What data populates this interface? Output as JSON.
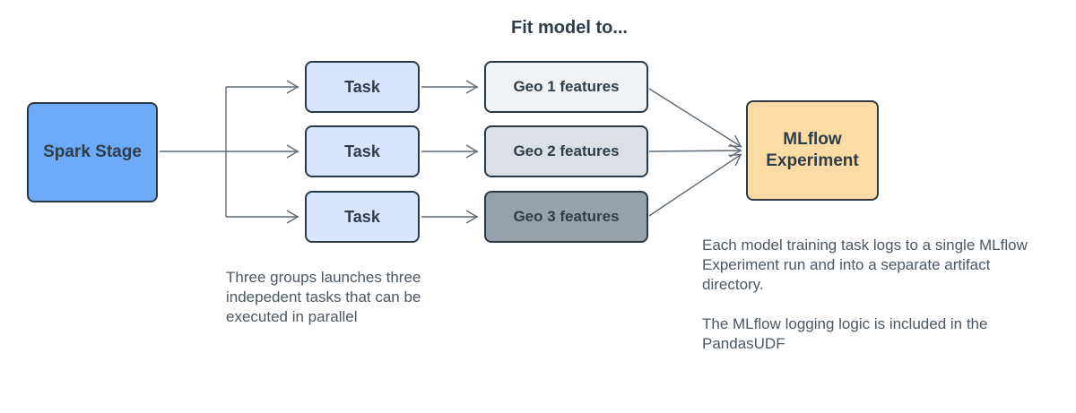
{
  "diagram": {
    "title": "Fit model to...",
    "colors": {
      "node_border": "#2b3944",
      "node_text": "#2f3d49",
      "connector": "#5e6a75",
      "annotation_text": "#4b5763",
      "spark_fill": "#6dabf9",
      "task_fill": "#d8e6fd",
      "geo1_fill": "#f1f2f4",
      "geo2_fill": "#dce0e4",
      "geo3_fill": "#97a1ac",
      "mlflow_fill": "#fcdba5"
    },
    "nodes": {
      "spark_stage": {
        "label": "Spark Stage"
      },
      "task_1": {
        "label": "Task"
      },
      "task_2": {
        "label": "Task"
      },
      "task_3": {
        "label": "Task"
      },
      "geo_1": {
        "label": "Geo 1 features"
      },
      "geo_2": {
        "label": "Geo 2 features"
      },
      "geo_3": {
        "label": "Geo 3 features"
      },
      "mlflow": {
        "label": "MLflow\nExperiment"
      }
    },
    "annotations": {
      "left": {
        "lines": [
          "Three groups launches three",
          "indepedent tasks that can be",
          "executed in parallel"
        ]
      },
      "right": {
        "lines": [
          "Each model training task logs to a single MLflow",
          "Experiment run and into a separate artifact",
          "directory.",
          "",
          "The MLflow logging logic is included in the",
          "PandasUDF"
        ]
      }
    }
  }
}
